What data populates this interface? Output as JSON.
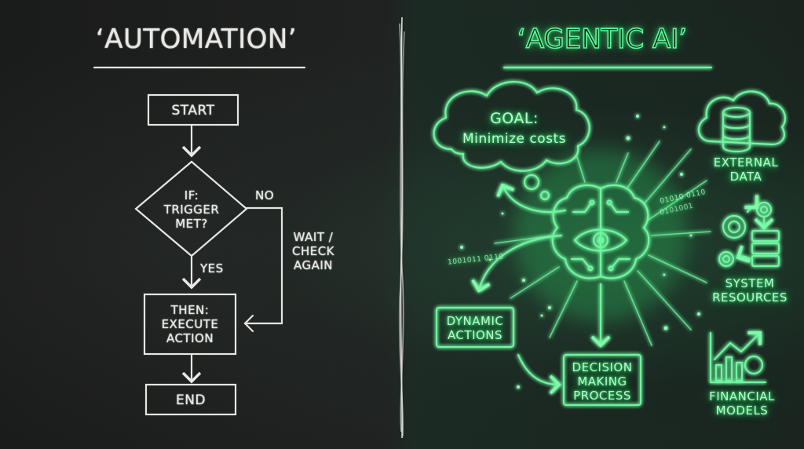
{
  "left_panel": {
    "title": "‘AUTOMATION’",
    "flowchart": {
      "start": "START",
      "decision_line1": "IF:",
      "decision_line2": "TRIGGER",
      "decision_line3": "MET?",
      "no_label": "NO",
      "yes_label": "YES",
      "loop_line1": "WAIT /",
      "loop_line2": "CHECK",
      "loop_line3": "AGAIN",
      "action_line1": "THEN:",
      "action_line2": "EXECUTE",
      "action_line3": "ACTION",
      "end": "END"
    },
    "style_color": "#e8e8e4"
  },
  "right_panel": {
    "title": "‘AGENTIC AI’",
    "goal_line1": "GOAL:",
    "goal_line2": "Minimize costs",
    "external_data_line1": "EXTERNAL",
    "external_data_line2": "DATA",
    "system_resources_line1": "SYSTEM",
    "system_resources_line2": "RESOURCES",
    "financial_models_line1": "FINANCIAL",
    "financial_models_line2": "MODELS",
    "dynamic_actions_line1": "DYNAMIC",
    "dynamic_actions_line2": "ACTIONS",
    "decision_line1": "DECISION",
    "decision_line2": "MAKING",
    "decision_line3": "PROCESS",
    "binary_1": "01010 0110",
    "binary_2": "0101001",
    "binary_3": "1001011 0110",
    "center_icon": "brain-eye-icon",
    "accent_color": "#3cf07a"
  },
  "colors": {
    "background": "#1b1d1c",
    "chalk": "#e8e8e4",
    "neon_green": "#3cf07a"
  }
}
